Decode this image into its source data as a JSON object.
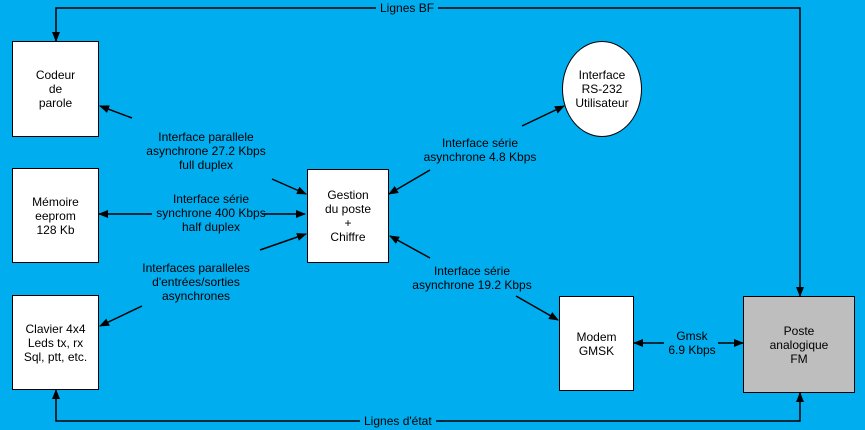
{
  "nodes": {
    "codeur": "Codeur\nde\nparole",
    "memoire": "Mémoire\neeprom\n128 Kb",
    "clavier": "Clavier 4x4\nLeds tx, rx\nSql, ptt, etc.",
    "gestion": "Gestion\ndu poste\n+\nChiffre",
    "rs232": "Interface\nRS-232\nUtilisateur",
    "modem": "Modem\nGMSK",
    "poste": "Poste\nanalogique\nFM"
  },
  "links": {
    "parallele": "Interface parallele\nasynchrone 27.2 Kbps\nfull duplex",
    "serie_eeprom": "Interface série\nsynchrone 400 Kbps\nhalf duplex",
    "paralleles_es": "Interfaces paralleles\nd'entrées/sorties\nasynchrones",
    "serie_rs232": "Interface série\nasynchrone 4.8 Kbps",
    "serie_modem": "Interface série\nasynchrone 19.2 Kbps",
    "gmsk": "Gmsk\n6.9 Kbps",
    "lignes_bf": "Lignes BF",
    "lignes_etat": "Lignes d'état"
  },
  "colors": {
    "background": "#00ADEF",
    "poste_fill": "#BEBEBE"
  }
}
